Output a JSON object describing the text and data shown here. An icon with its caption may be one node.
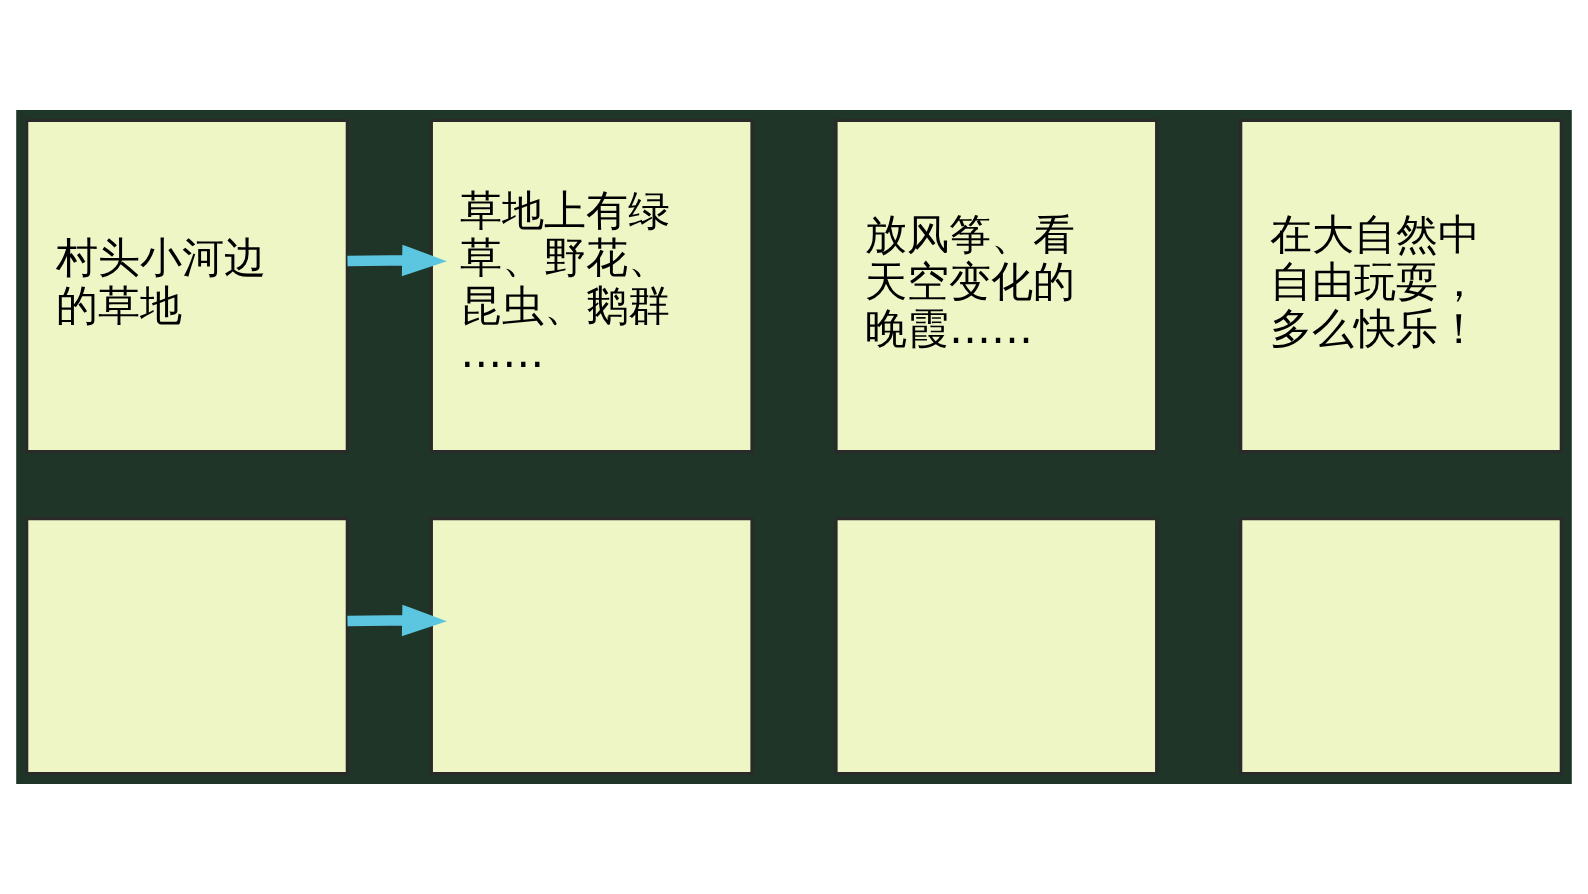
{
  "diagram": {
    "nodes": [
      {
        "text": [
          "村头小河边的草地"
        ]
      },
      {
        "text": [
          "草地上有绿草、野花、昆虫、鹅群……"
        ]
      },
      {
        "text": [
          "放风筝、看天空变化的晚霞……"
        ]
      },
      {
        "text": [
          "在大自然中自由玩耍，多么快乐！"
        ]
      },
      {
        "text": [],
        "shape": "box"
      },
      {
        "text": [],
        "shape": "box"
      },
      {
        "text": [],
        "shape": "box"
      },
      {
        "text": [],
        "shape": "box"
      }
    ],
    "edges": [
      {
        "from": 0,
        "to": 1,
        "arrow": "to"
      },
      {
        "from": 4,
        "to": 5,
        "arrow": "to"
      }
    ]
  }
}
